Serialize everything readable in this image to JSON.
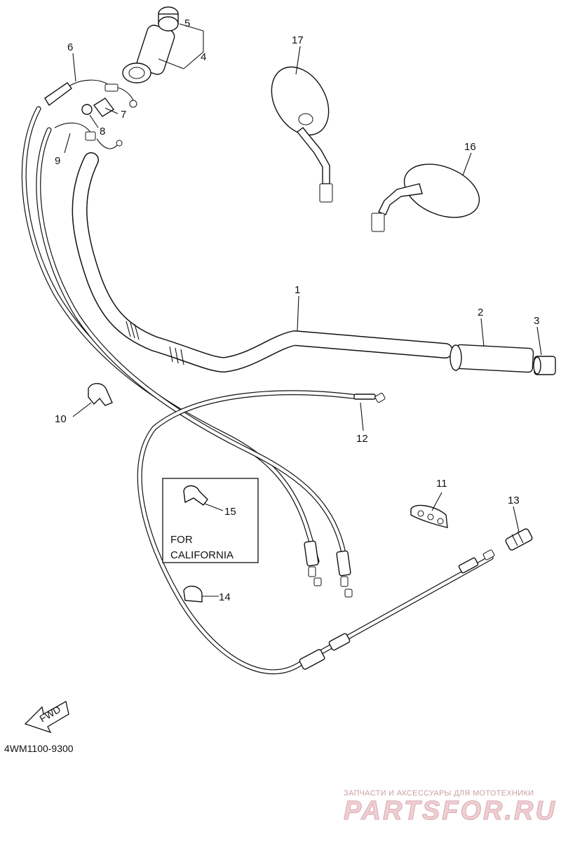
{
  "diagram": {
    "callouts": [
      {
        "id": "1",
        "text": "1"
      },
      {
        "id": "2",
        "text": "2"
      },
      {
        "id": "3",
        "text": "3"
      },
      {
        "id": "4",
        "text": "4"
      },
      {
        "id": "5",
        "text": "5"
      },
      {
        "id": "6",
        "text": "6"
      },
      {
        "id": "7",
        "text": "7"
      },
      {
        "id": "8",
        "text": "8"
      },
      {
        "id": "9",
        "text": "9"
      },
      {
        "id": "10",
        "text": "10"
      },
      {
        "id": "11",
        "text": "11"
      },
      {
        "id": "12",
        "text": "12"
      },
      {
        "id": "13",
        "text": "13"
      },
      {
        "id": "14",
        "text": "14"
      },
      {
        "id": "15",
        "text": "15"
      },
      {
        "id": "16",
        "text": "16"
      },
      {
        "id": "17",
        "text": "17"
      }
    ],
    "california_box": {
      "line1": "FOR",
      "line2": "CALIFORNIA"
    },
    "fwd_arrow": "FWD",
    "drawing_code": "4WM1100-9300",
    "watermark": {
      "tagline": "ЗАПЧАСТИ И АКСЕССУАРЫ ДЛЯ МОТОТЕХНИКИ",
      "brand": "PARTSFOR.RU",
      "color": "#e8b5bb"
    }
  }
}
